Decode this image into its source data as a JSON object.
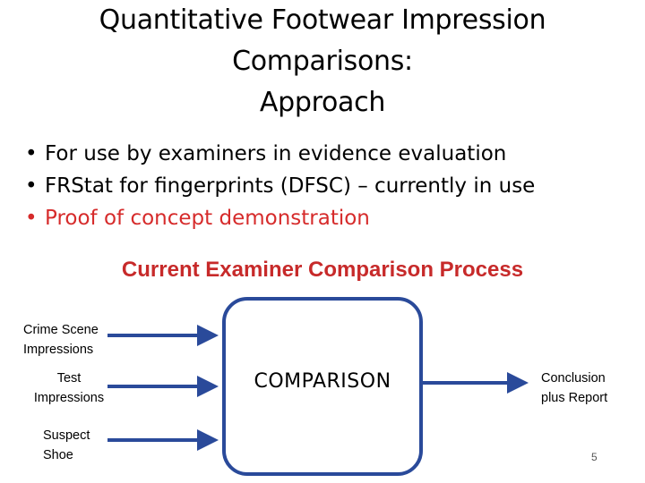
{
  "title": {
    "line1": "Quantitative Footwear Impression",
    "line2": "Comparisons:",
    "line3": "Approach"
  },
  "bullets": [
    {
      "text": "For use by examiners in evidence evaluation",
      "color": "#000000"
    },
    {
      "text": "FRStat for fingerprints (DFSC) – currently in use",
      "color": "#000000"
    },
    {
      "text": "Proof of concept demonstration",
      "color": "#d62b2b"
    }
  ],
  "bullet_glyph": "•",
  "section_title": "Current Examiner Comparison Process",
  "inputs": {
    "crime_scene": {
      "line1": "Crime Scene",
      "line2": "Impressions"
    },
    "test": {
      "line1": "Test",
      "line2": "Impressions"
    },
    "suspect": {
      "line1": "Suspect",
      "line2": "Shoe"
    }
  },
  "box_label": "COMPARISON",
  "output": {
    "line1": "Conclusion",
    "line2": "plus Report"
  },
  "page_number": "5",
  "colors": {
    "accent_red": "#c72a2a",
    "diagram_blue": "#2a4a9a"
  }
}
